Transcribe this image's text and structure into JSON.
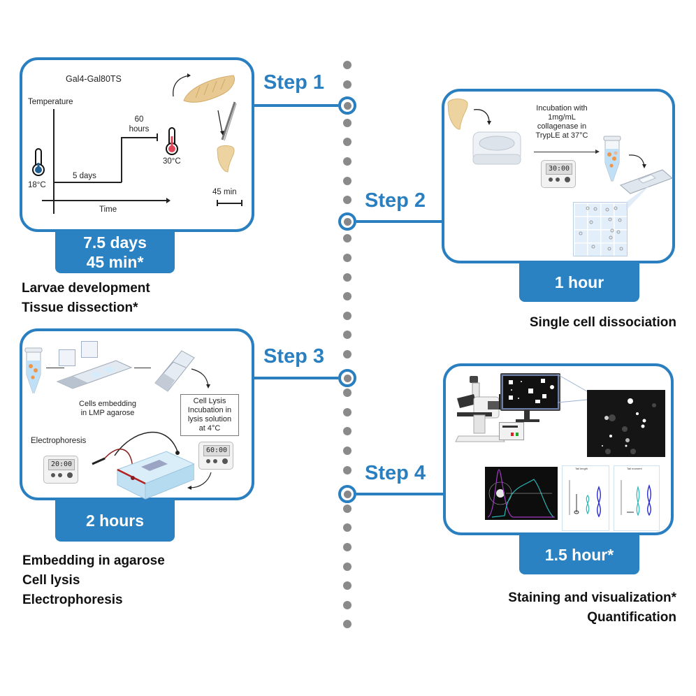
{
  "timeline": {
    "colors": {
      "accent": "#2a7fc0",
      "badge": "#2a82c3",
      "dots": "#8a8a8a",
      "caption": "#111111"
    },
    "steps": [
      {
        "label": "Step 1",
        "badge_lines": [
          "7.5 days",
          "45 min*"
        ],
        "caption_lines": [
          "Larvae development",
          "Tissue dissection*"
        ],
        "panel": {
          "title": "Gal4-Gal80TS",
          "y_axis_label": "Temperature",
          "x_axis_label": "Time",
          "low_temp": "18°C",
          "high_temp": "30°C",
          "phase1_label": "5 days",
          "phase2_label": "60 hours",
          "dissection_time": "45 min",
          "icons": [
            "thermometer-cold-icon",
            "thermometer-hot-icon",
            "larva-icon",
            "forceps-icon",
            "wing-disc-icon"
          ]
        }
      },
      {
        "label": "Step 2",
        "badge_lines": [
          "1 hour"
        ],
        "caption_lines": [
          "Single cell dissociation"
        ],
        "panel": {
          "incubation_text": [
            "Incubation with",
            "1mg/mL",
            "collagenase in",
            "TrypLE at 37°C"
          ],
          "timer_display": "30:00",
          "timer_sub": "00",
          "icons": [
            "wing-disc-icon",
            "incubator-icon",
            "timer-icon",
            "microtube-icon",
            "hemocytometer-icon",
            "cell-grid-icon"
          ]
        }
      },
      {
        "label": "Step 3",
        "badge_lines": [
          "2 hours"
        ],
        "caption_lines": [
          "Embedding in agarose",
          "Cell lysis",
          "Electrophoresis"
        ],
        "panel": {
          "embedding_text": [
            "Cells embedding",
            "in LMP agarose"
          ],
          "lysis_text": [
            "Cell Lysis",
            "Incubation in",
            "lysis solution",
            "at 4°C"
          ],
          "electrophoresis_label": "Electrophoresis",
          "lysis_timer": "60:00",
          "electro_timer": "20:00",
          "timer_sub": "00",
          "icons": [
            "microtube-icon",
            "coverslip-icon",
            "slide-icon",
            "timer-icon",
            "electrophoresis-chamber-icon"
          ]
        }
      },
      {
        "label": "Step 4",
        "badge_lines": [
          "1.5 hour*"
        ],
        "caption_lines": [
          "Staining and visualization*",
          "Quantification"
        ],
        "panel": {
          "mini_plot_titles": [
            "Tail length",
            "Tail moment"
          ],
          "icons": [
            "microscope-icon",
            "monitor-icon",
            "power-supply-icon",
            "fluorescence-image-icon",
            "comet-profile-icon",
            "violin-plot-icon"
          ]
        }
      }
    ]
  }
}
